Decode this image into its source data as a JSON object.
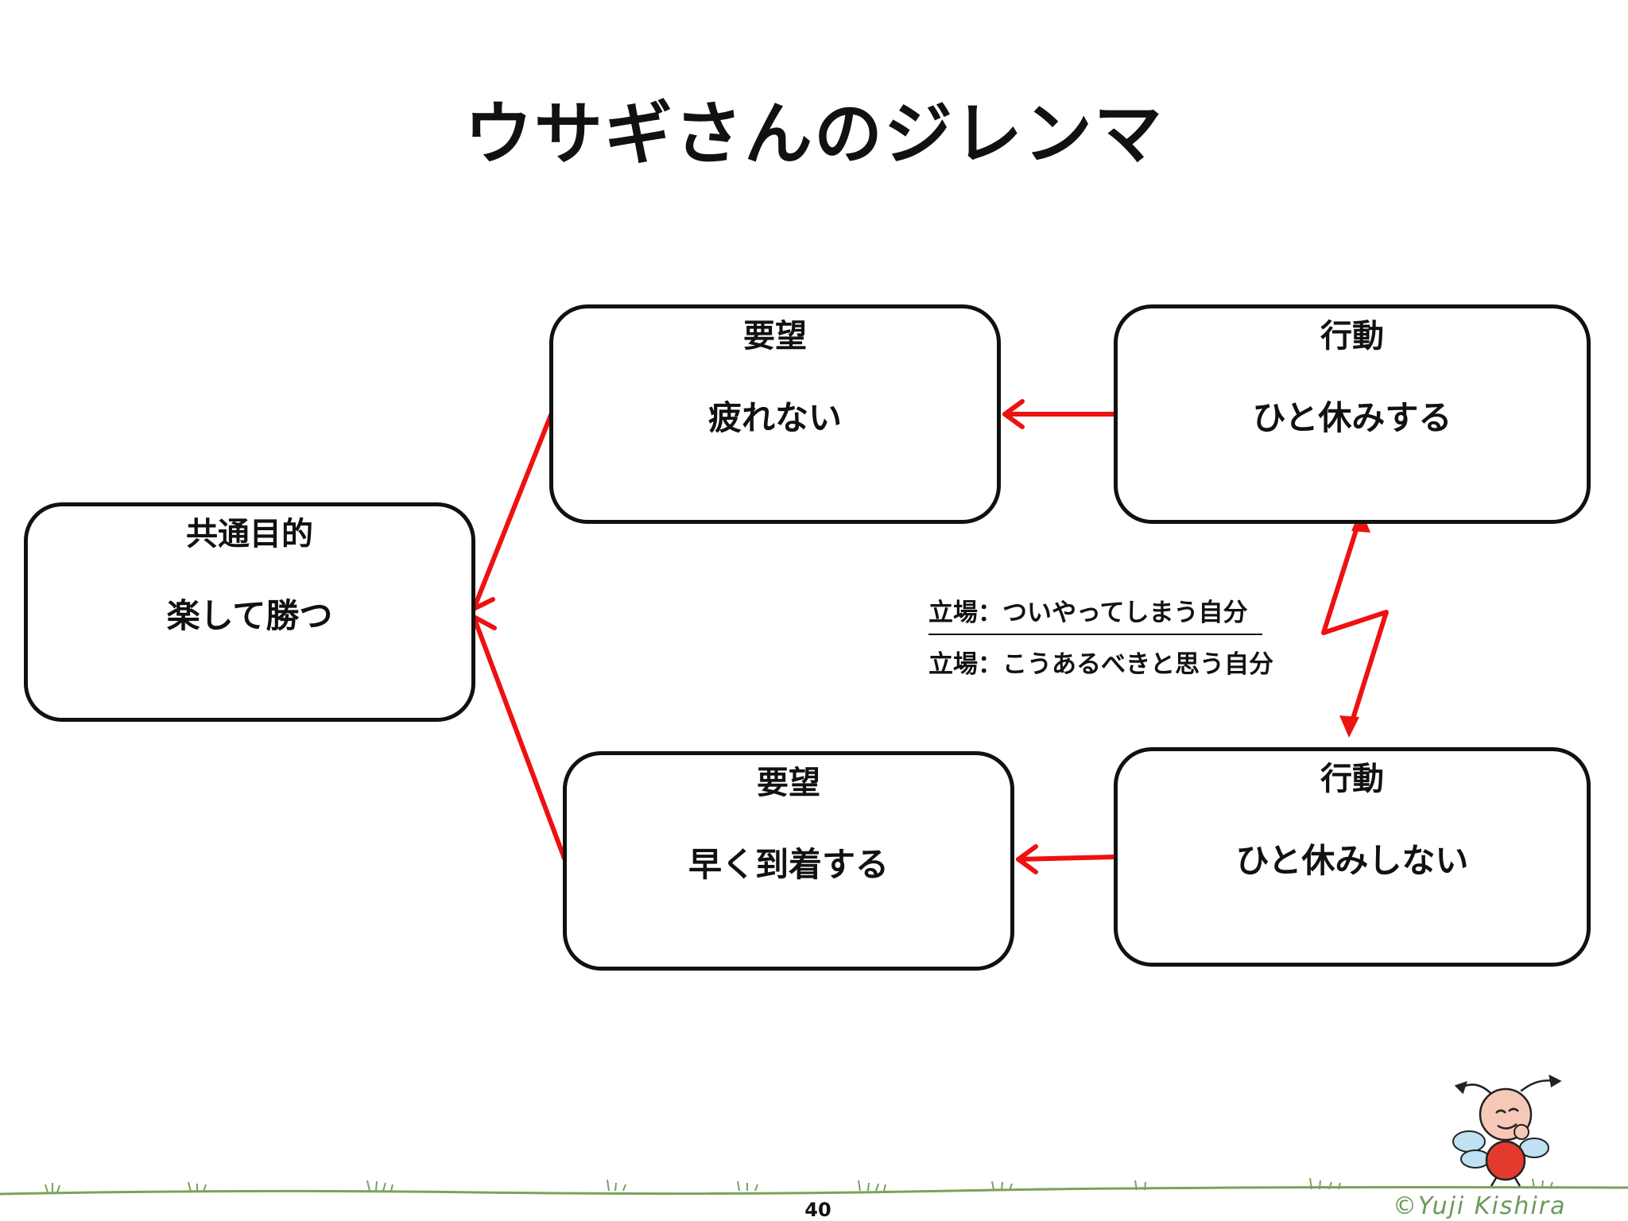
{
  "title": "ウサギさんのジレンマ",
  "goal": {
    "label": "共通目的",
    "value": "楽して勝つ"
  },
  "need_top": {
    "label": "要望",
    "value": "疲れない"
  },
  "need_bottom": {
    "label": "要望",
    "value": "早く到着する"
  },
  "action_top": {
    "label": "行動",
    "value": "ひと休みする"
  },
  "action_bottom": {
    "label": "行動",
    "value": "ひと休みしない"
  },
  "stances": [
    "立場：ついやってしまう自分",
    "立場：こうあるべきと思う自分"
  ],
  "page_number": "40",
  "copyright": "©Yuji Kishira",
  "colors": {
    "arrow": "#ee1111",
    "box_border": "#111111",
    "grass": "#7aa35a"
  }
}
